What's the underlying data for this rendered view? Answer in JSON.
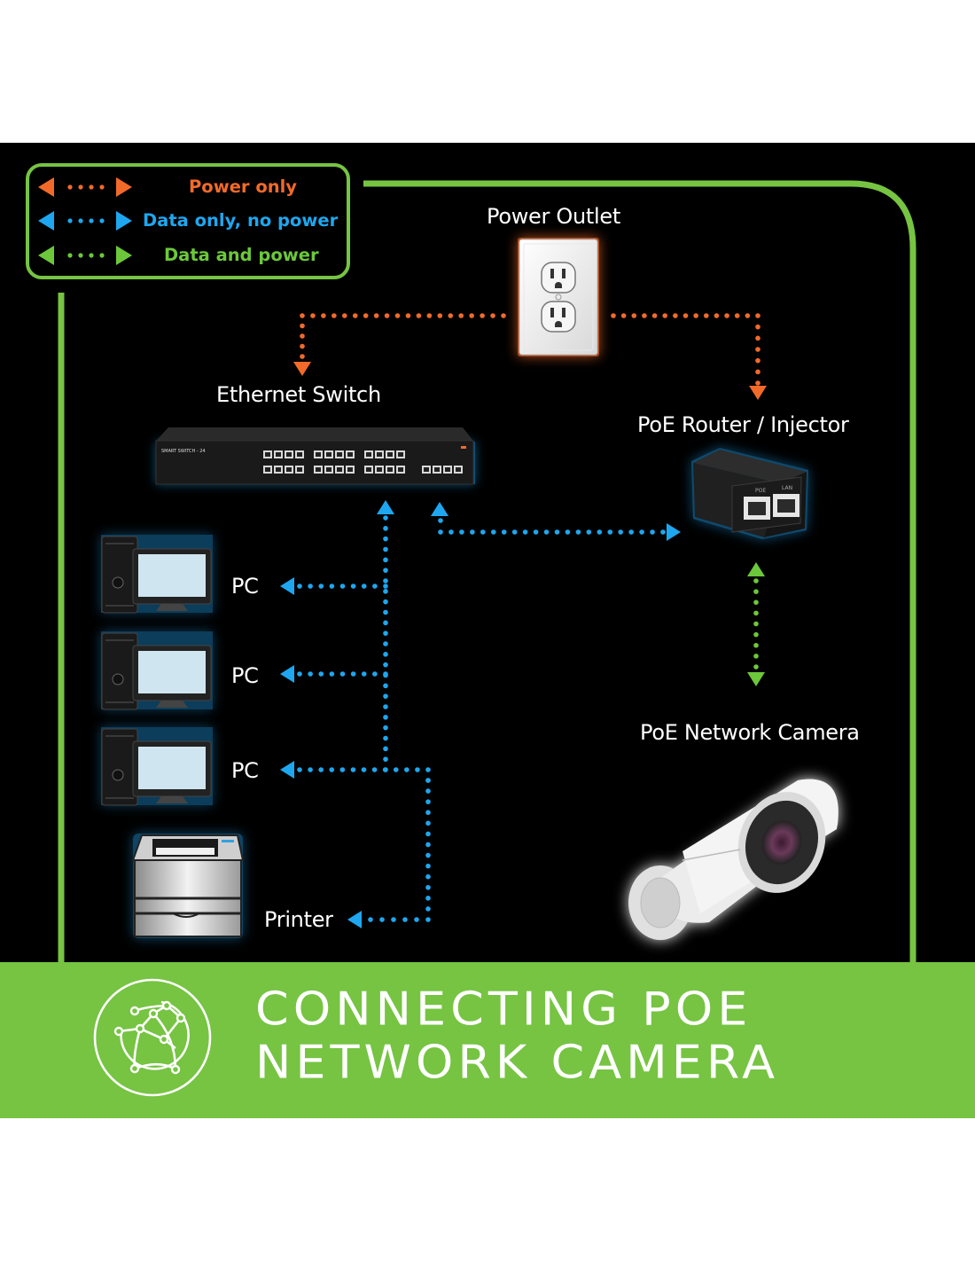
{
  "colors": {
    "power": "#f26a2a",
    "data": "#1ea7f0",
    "data_and_power": "#6cc83a",
    "frame": "#76c442",
    "banner": "#76c442"
  },
  "legend": [
    {
      "label": "Power only",
      "type": "power"
    },
    {
      "label": "Data only, no power",
      "type": "data"
    },
    {
      "label": "Data and power",
      "type": "data_and_power"
    }
  ],
  "nodes": {
    "power_outlet": {
      "label": "Power Outlet"
    },
    "ethernet_switch": {
      "label": "Ethernet Switch",
      "device_text": "SMART SWITCH - 24"
    },
    "poe_injector": {
      "label": "PoE Router / Injector",
      "port_labels": [
        "POE",
        "LAN"
      ]
    },
    "camera": {
      "label": "PoE Network Camera"
    },
    "pcs": [
      {
        "label": "PC"
      },
      {
        "label": "PC"
      },
      {
        "label": "PC"
      }
    ],
    "printer": {
      "label": "Printer"
    }
  },
  "connections": [
    {
      "from": "Power Outlet",
      "to": "Ethernet Switch",
      "type": "power"
    },
    {
      "from": "Power Outlet",
      "to": "PoE Router / Injector",
      "type": "power"
    },
    {
      "from": "Ethernet Switch",
      "to": "PoE Router / Injector",
      "type": "data"
    },
    {
      "from": "Ethernet Switch",
      "to": "PC 1",
      "type": "data"
    },
    {
      "from": "Ethernet Switch",
      "to": "PC 2",
      "type": "data"
    },
    {
      "from": "Ethernet Switch",
      "to": "PC 3",
      "type": "data"
    },
    {
      "from": "Ethernet Switch",
      "to": "Printer",
      "type": "data"
    },
    {
      "from": "PoE Router / Injector",
      "to": "PoE Network Camera",
      "type": "data_and_power"
    }
  ],
  "banner": {
    "title_line1": "CONNECTING POE",
    "title_line2": "NETWORK CAMERA",
    "icon": "globe-network-icon"
  }
}
